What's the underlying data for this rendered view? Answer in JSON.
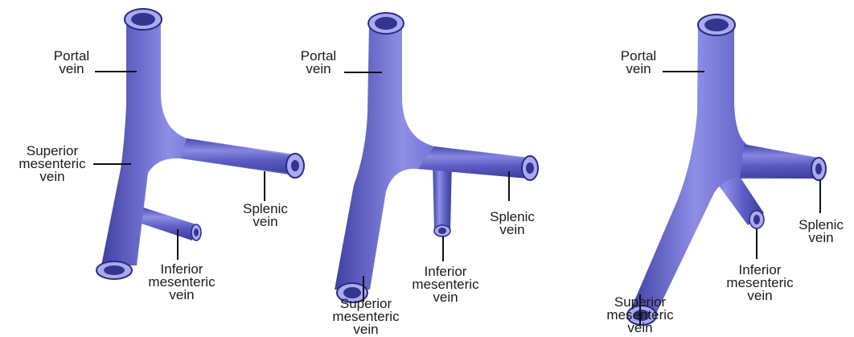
{
  "colors": {
    "vein_fill": "#5E5FC5",
    "vein_highlight": "#8D8EE6",
    "vein_shadow": "#3F40A4",
    "lumen_ring": "#2A2B80",
    "lumen_rim": "#A9AAF0",
    "lumen_inner": "#34358E",
    "leader_line": "#111111",
    "label_text": "#1a1a1a"
  },
  "panels": [
    {
      "labels": {
        "portal": [
          "Portal",
          "vein"
        ],
        "sma": [
          "Superior",
          "mesenteric",
          "vein"
        ],
        "splenic": [
          "Splenic",
          "vein"
        ],
        "ima": [
          "Inferior",
          "mesenteric",
          "vein"
        ]
      }
    },
    {
      "labels": {
        "portal": [
          "Portal",
          "vein"
        ],
        "splenic": [
          "Splenic",
          "vein"
        ],
        "ima": [
          "Inferior",
          "mesenteric",
          "vein"
        ],
        "sma": [
          "Superior",
          "mesenteric",
          "vein"
        ]
      }
    },
    {
      "labels": {
        "portal": [
          "Portal",
          "vein"
        ],
        "splenic": [
          "Splenic",
          "vein"
        ],
        "ima": [
          "Inferior",
          "mesenteric",
          "vein"
        ],
        "sma": [
          "Superior",
          "mesenteric",
          "vein"
        ]
      }
    }
  ]
}
